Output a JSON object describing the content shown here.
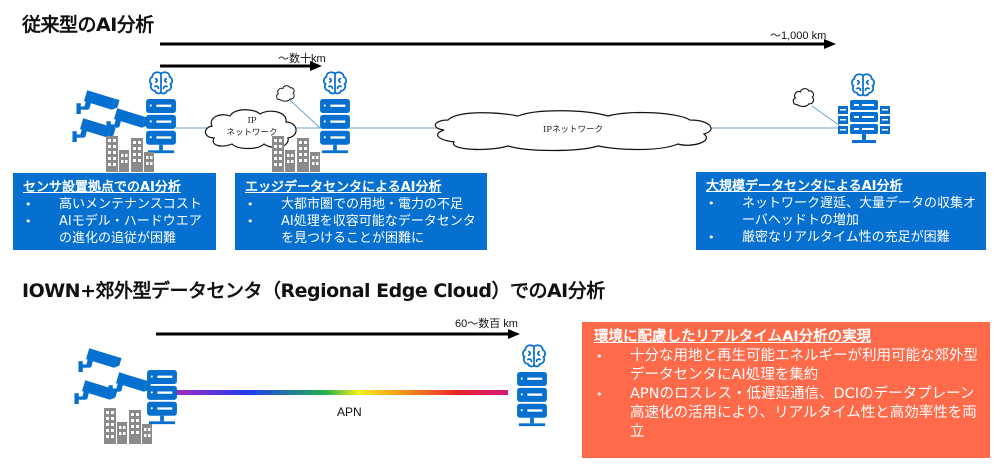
{
  "colors": {
    "accent_blue": "#0570cf",
    "accent_orange": "#ff6a4a",
    "building_gray": "#8a8a8a",
    "link_line": "#6fa3cf"
  },
  "conventional": {
    "title": "従来型のAI分析",
    "arrows": [
      {
        "label": "～1,000 km"
      },
      {
        "label": "～数十km"
      }
    ],
    "clouds": [
      {
        "label_line1": "IP",
        "label_line2": "ネットワーク"
      },
      {
        "label_line1": "IPネットワーク",
        "label_line2": ""
      }
    ],
    "boxes": [
      {
        "heading": "センサ設置拠点でのAI分析",
        "bullets": [
          "高いメンテナンスコスト",
          "AIモデル・ハードウエアの進化の追従が困難"
        ]
      },
      {
        "heading": "エッジデータセンタによるAI分析",
        "bullets": [
          "大都市圏での用地・電力の不足",
          "AI処理を収容可能なデータセンタを見つけることが困難に"
        ]
      },
      {
        "heading": "大規模データセンタによるAI分析",
        "bullets": [
          "ネットワーク遅延、大量データの収集オーバヘッドトの増加",
          "厳密なリアルタイム性の充足が困難"
        ]
      }
    ]
  },
  "iown": {
    "title": "IOWN+郊外型データセンタ（Regional Edge Cloud）でのAI分析",
    "arrow": {
      "label": "60～数百 km"
    },
    "link_label": "APN",
    "box": {
      "heading": "環境に配慮したリアルタイムAI分析の実現",
      "bullets": [
        "十分な用地と再生可能エネルギーが利用可能な郊外型データセンタにAI処理を集約",
        "APNのロスレス・低遅延通信、DCIのデータプレーン高速化の活用により、リアルタイム性と高効率性を両立"
      ]
    }
  },
  "icons": [
    "camera-icon",
    "server-icon",
    "brain-icon",
    "building-icon",
    "cloud-icon",
    "datacenter-icon",
    "arrow-icon"
  ]
}
